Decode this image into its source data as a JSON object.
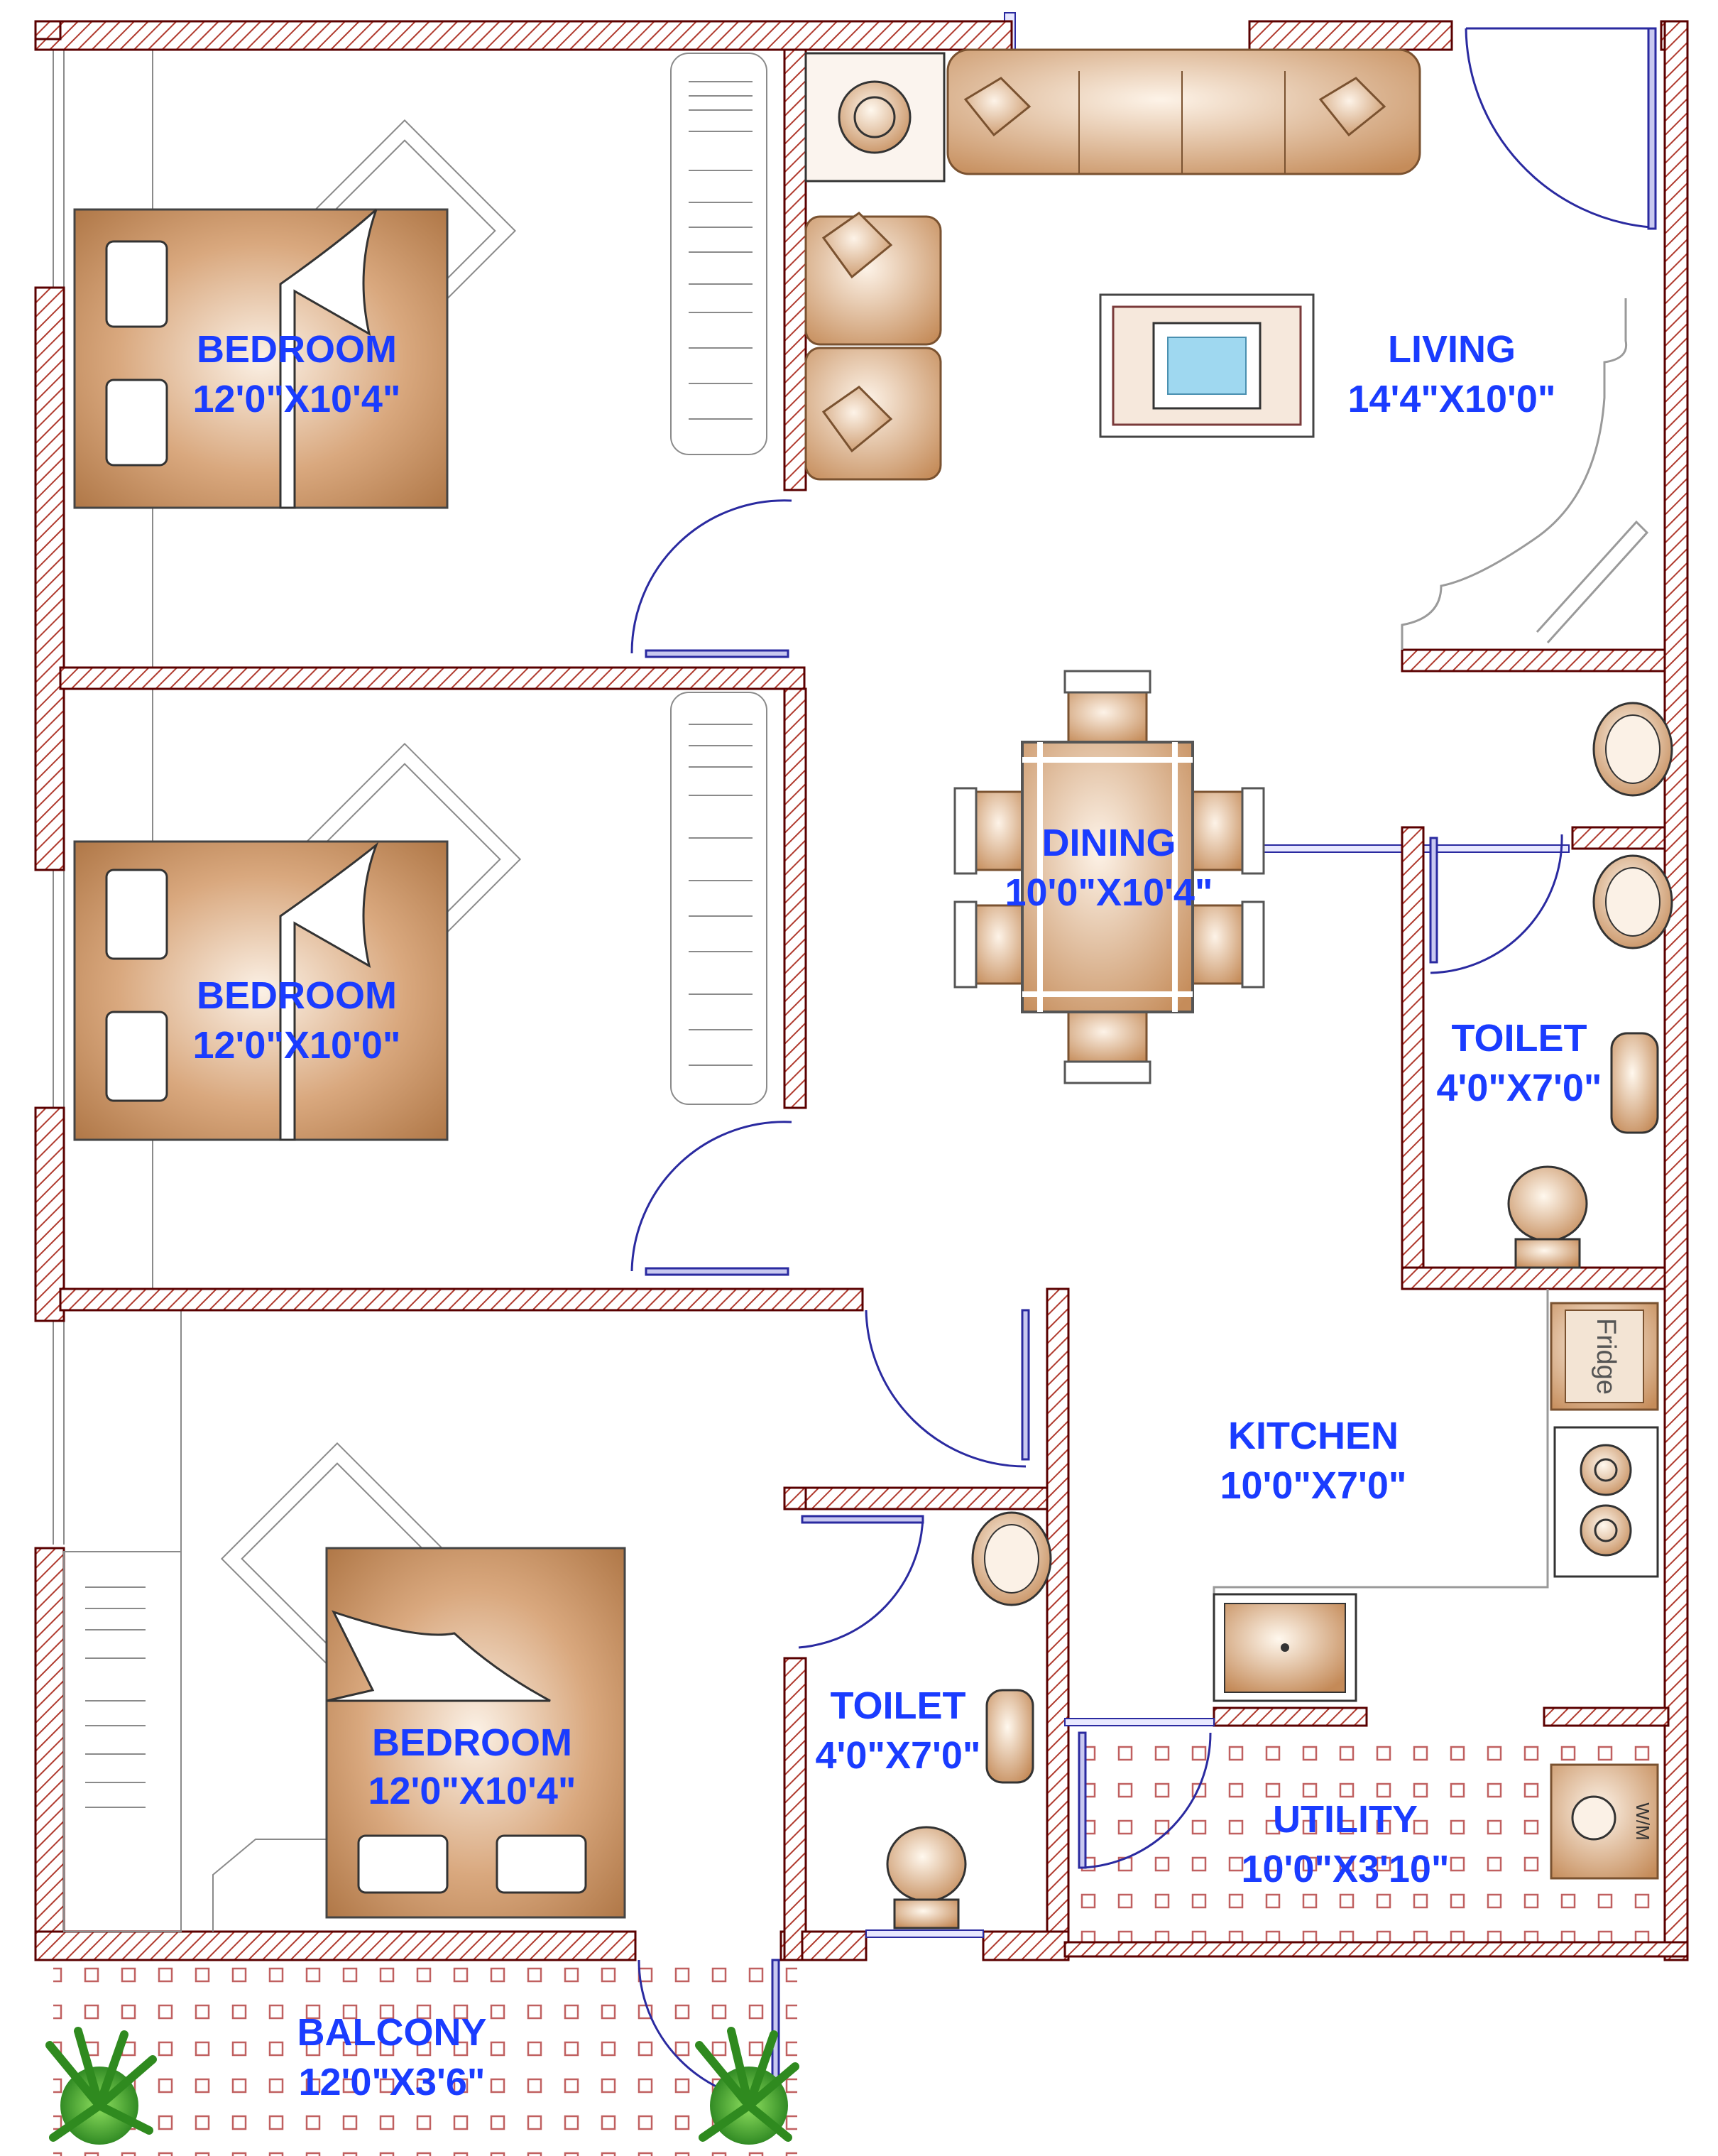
{
  "rooms": {
    "bedroom1": {
      "name": "BEDROOM",
      "size": "12'0\"X10'4\""
    },
    "bedroom2": {
      "name": "BEDROOM",
      "size": "12'0\"X10'0\""
    },
    "bedroom3": {
      "name": "BEDROOM",
      "size": "12'0\"X10'4\""
    },
    "living": {
      "name": "LIVING",
      "size": "14'4\"X10'0\""
    },
    "dining": {
      "name": "DINING",
      "size": "10'0\"X10'4\""
    },
    "toilet1": {
      "name": "TOILET",
      "size": "4'0\"X7'0\""
    },
    "toilet2": {
      "name": "TOILET",
      "size": "4'0\"X7'0\""
    },
    "kitchen": {
      "name": "KITCHEN",
      "size": "10'0\"X7'0\""
    },
    "utility": {
      "name": "UTILITY",
      "size": "10'0\"X3'10\""
    },
    "balcony": {
      "name": "BALCONY",
      "size": "12'0\"X3'6\""
    }
  },
  "appliances": {
    "fridge": "Fridge",
    "washer": "W/M"
  },
  "colors": {
    "label": "#1a3cff",
    "wall_hatch": "#a0281e",
    "furniture": "#c8966a",
    "door": "#2a2aa0"
  }
}
